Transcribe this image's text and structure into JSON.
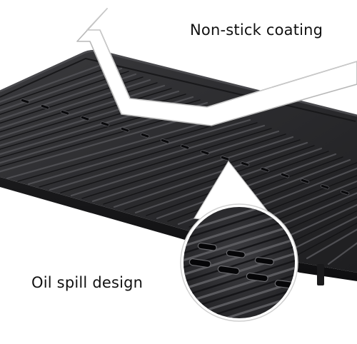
{
  "product": {
    "name": "griddle-plate",
    "colors": {
      "background": "#ffffff",
      "plate": "#2a2a2c",
      "plate_highlight": "#5a5a5e",
      "arrow_fill": "#ffffff",
      "arrow_stroke": "#b8b8b8"
    }
  },
  "callouts": {
    "nonstick": {
      "text": "Non-stick coating",
      "icon": "arrow-up-left-icon"
    },
    "oil_spill": {
      "text": "Oil spill design",
      "icon": "magnifier-callout-icon"
    }
  }
}
